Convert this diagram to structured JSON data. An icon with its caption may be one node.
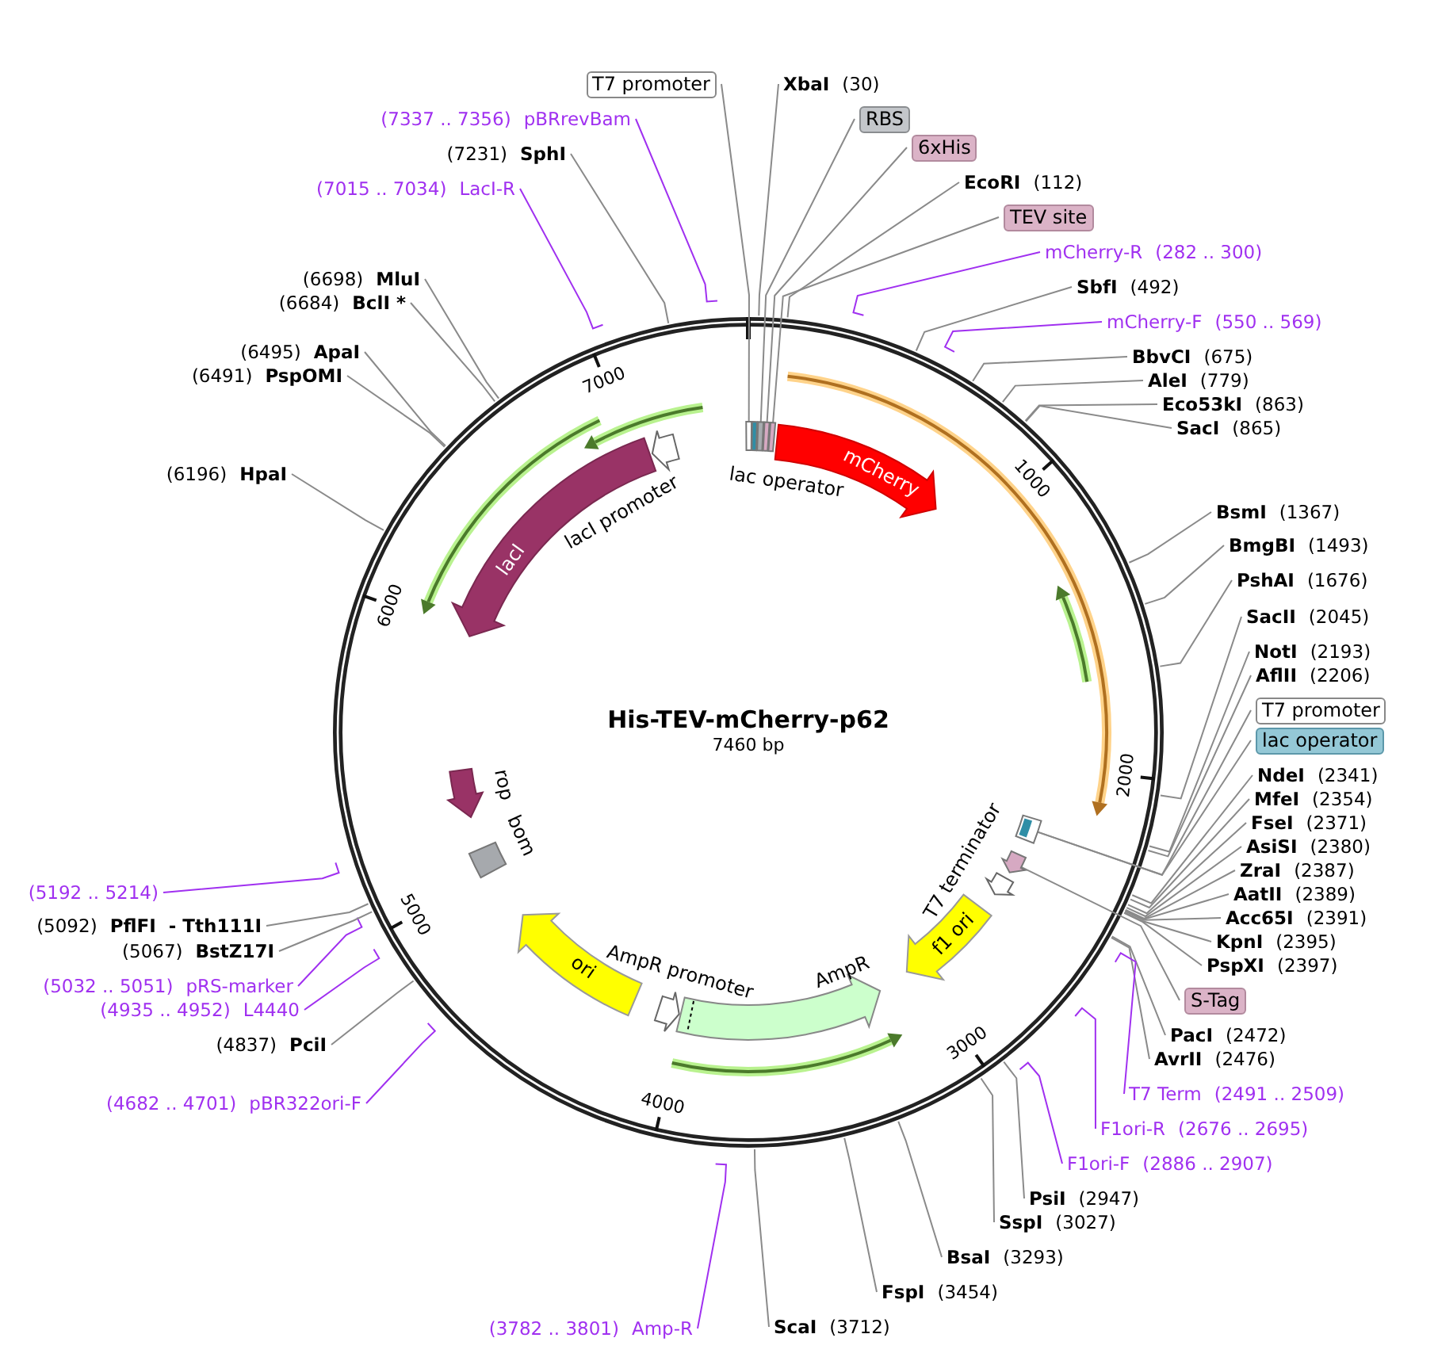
{
  "diagram": {
    "title": "His-TEV-mCherry-p62",
    "nodes": [
      {
        "text": [
          "T7 promoter"
        ]
      },
      {
        "text": [
          "XbaI",
          "(30)"
        ]
      },
      {
        "text": [
          "RBS"
        ]
      },
      {
        "text": [
          "6xHis"
        ]
      },
      {
        "text": [
          "EcoRI",
          "(112)"
        ]
      },
      {
        "text": [
          "TEV site"
        ]
      },
      {
        "text": [
          "mCherry-R",
          "(282 .. 300)"
        ]
      },
      {
        "text": [
          "SbfI",
          "(492)"
        ]
      },
      {
        "text": [
          "mCherry-F",
          "(550 .. 569)"
        ]
      },
      {
        "text": [
          "BbvCI",
          "(675)"
        ]
      },
      {
        "text": [
          "AleI",
          "(779)"
        ]
      },
      {
        "text": [
          "Eco53kI",
          "(863)"
        ]
      },
      {
        "text": [
          "SacI",
          "(865)"
        ]
      },
      {
        "text": [
          "BsmI",
          "(1367)"
        ]
      },
      {
        "text": [
          "BmgBI",
          "(1493)"
        ]
      },
      {
        "text": [
          "PshAI",
          "(1676)"
        ]
      },
      {
        "text": [
          "SacII",
          "(2045)"
        ]
      },
      {
        "text": [
          "NotI",
          "(2193)"
        ]
      },
      {
        "text": [
          "AflII",
          "(2206)"
        ]
      },
      {
        "text": [
          "T7 promoter"
        ]
      },
      {
        "text": [
          "lac operator"
        ]
      },
      {
        "text": [
          "NdeI",
          "(2341)"
        ]
      },
      {
        "text": [
          "MfeI",
          "(2354)"
        ]
      },
      {
        "text": [
          "FseI",
          "(2371)"
        ]
      },
      {
        "text": [
          "AsiSI",
          "(2380)"
        ]
      },
      {
        "text": [
          "ZraI",
          "(2387)"
        ]
      },
      {
        "text": [
          "AatII",
          "(2389)"
        ]
      },
      {
        "text": [
          "Acc65I",
          "(2391)"
        ]
      },
      {
        "text": [
          "KpnI",
          "(2395)"
        ]
      },
      {
        "text": [
          "PspXI",
          "(2397)"
        ]
      },
      {
        "text": [
          "S-Tag"
        ]
      },
      {
        "text": [
          "PacI",
          "(2472)"
        ]
      },
      {
        "text": [
          "AvrII",
          "(2476)"
        ]
      },
      {
        "text": [
          "T7 Term",
          "(2491 .. 2509)"
        ]
      },
      {
        "text": [
          "F1ori-R",
          "(2676 .. 2695)"
        ]
      },
      {
        "text": [
          "F1ori-F",
          "(2886 .. 2907)"
        ]
      },
      {
        "text": [
          "PsiI",
          "(2947)"
        ]
      },
      {
        "text": [
          "SspI",
          "(3027)"
        ]
      },
      {
        "text": [
          "BsaI",
          "(3293)"
        ]
      },
      {
        "text": [
          "FspI",
          "(3454)"
        ]
      },
      {
        "text": [
          "ScaI",
          "(3712)"
        ]
      },
      {
        "text": [
          "(3782 .. 3801)",
          "Amp-R"
        ]
      },
      {
        "text": [
          "(4682 .. 4701)",
          "pBR322ori-F"
        ]
      },
      {
        "text": [
          "(4837)",
          "PciI"
        ]
      },
      {
        "text": [
          "(4935 .. 4952)",
          "L4440"
        ]
      },
      {
        "text": [
          "(5032 .. 5051)",
          "pRS-marker"
        ]
      },
      {
        "text": [
          "(5067)",
          "BstZ17I"
        ]
      },
      {
        "text": [
          "(5092)",
          "PflFI  - Tth111I"
        ]
      },
      {
        "text": [
          "(5192 .. 5214)"
        ]
      },
      {
        "text": [
          "(6196)",
          "HpaI"
        ]
      },
      {
        "text": [
          "(6491)",
          "PspOMI"
        ]
      },
      {
        "text": [
          "(6495)",
          "ApaI"
        ]
      },
      {
        "text": [
          "(6684)",
          "BclI *"
        ]
      },
      {
        "text": [
          "(6698)",
          "MluI"
        ]
      },
      {
        "text": [
          "(7015 .. 7034)",
          "LacI-R"
        ]
      },
      {
        "text": [
          "(7231)",
          "SphI"
        ]
      },
      {
        "text": [
          "(7337 .. 7356)",
          "pBRrevBam"
        ]
      },
      {
        "text": [
          "mCherry"
        ]
      },
      {
        "text": [],
        "shape": "box"
      },
      {
        "text": [],
        "shape": "box"
      },
      {
        "text": [],
        "shape": "box"
      },
      {
        "text": [],
        "shape": "box"
      },
      {
        "text": [],
        "shape": "box"
      },
      {
        "text": [
          "lacI"
        ]
      },
      {
        "text": [
          "lacI promoter"
        ]
      },
      {
        "text": [
          "rop"
        ]
      },
      {
        "text": [
          "bom"
        ]
      },
      {
        "text": [
          "ori"
        ]
      },
      {
        "text": [
          "AmpR promoter"
        ]
      },
      {
        "text": [
          "AmpR"
        ]
      },
      {
        "text": [
          "f1 ori"
        ]
      },
      {
        "text": [
          "T7 terminator"
        ]
      },
      {
        "text": [],
        "shape": "box"
      },
      {
        "text": [],
        "shape": "arrow"
      }
    ],
    "edges": [
      {
        "from": 0,
        "to": 58,
        "arrow": "none"
      },
      {
        "from": 1,
        "to": null,
        "arrow": "none"
      },
      {
        "from": 2,
        "to": 60,
        "arrow": "none"
      },
      {
        "from": 3,
        "to": 61,
        "arrow": "none"
      },
      {
        "from": 4,
        "to": null,
        "arrow": "none"
      },
      {
        "from": 5,
        "to": 62,
        "arrow": "none"
      },
      {
        "from": 6,
        "to": null,
        "arrow": "none",
        "color": "#a030f0"
      },
      {
        "from": 7,
        "to": null,
        "arrow": "none"
      },
      {
        "from": 8,
        "to": null,
        "arrow": "none",
        "color": "#a030f0"
      },
      {
        "from": 9,
        "to": null,
        "arrow": "none"
      },
      {
        "from": 10,
        "to": null,
        "arrow": "none"
      },
      {
        "from": 11,
        "to": null,
        "arrow": "none"
      },
      {
        "from": 12,
        "to": null,
        "arrow": "none"
      },
      {
        "from": 13,
        "to": null,
        "arrow": "none"
      },
      {
        "from": 14,
        "to": null,
        "arrow": "none"
      },
      {
        "from": 15,
        "to": null,
        "arrow": "none"
      },
      {
        "from": 16,
        "to": null,
        "arrow": "none"
      },
      {
        "from": 17,
        "to": null,
        "arrow": "none"
      },
      {
        "from": 18,
        "to": null,
        "arrow": "none"
      },
      {
        "from": 19,
        "to": 72,
        "arrow": "none"
      },
      {
        "from": 20,
        "to": 72,
        "arrow": "none"
      },
      {
        "from": 21,
        "to": null,
        "arrow": "none"
      },
      {
        "from": 22,
        "to": null,
        "arrow": "none"
      },
      {
        "from": 23,
        "to": null,
        "arrow": "none"
      },
      {
        "from": 24,
        "to": null,
        "arrow": "none"
      },
      {
        "from": 25,
        "to": null,
        "arrow": "none"
      },
      {
        "from": 26,
        "to": null,
        "arrow": "none"
      },
      {
        "from": 27,
        "to": null,
        "arrow": "none"
      },
      {
        "from": 28,
        "to": null,
        "arrow": "none"
      },
      {
        "from": 29,
        "to": null,
        "arrow": "none"
      },
      {
        "from": 30,
        "to": 73,
        "arrow": "none"
      },
      {
        "from": 31,
        "to": null,
        "arrow": "none"
      },
      {
        "from": 32,
        "to": null,
        "arrow": "none"
      },
      {
        "from": 33,
        "to": null,
        "arrow": "none",
        "color": "#a030f0"
      },
      {
        "from": 34,
        "to": null,
        "arrow": "none",
        "color": "#a030f0"
      },
      {
        "from": 35,
        "to": null,
        "arrow": "none",
        "color": "#a030f0"
      },
      {
        "from": 36,
        "to": null,
        "arrow": "none"
      },
      {
        "from": 37,
        "to": null,
        "arrow": "none"
      },
      {
        "from": 38,
        "to": null,
        "arrow": "none"
      },
      {
        "from": 39,
        "to": null,
        "arrow": "none"
      },
      {
        "from": 40,
        "to": null,
        "arrow": "none"
      },
      {
        "from": 41,
        "to": null,
        "arrow": "none",
        "color": "#a030f0"
      },
      {
        "from": 42,
        "to": null,
        "arrow": "none",
        "color": "#a030f0"
      },
      {
        "from": 43,
        "to": null,
        "arrow": "none"
      },
      {
        "from": 44,
        "to": null,
        "arrow": "none",
        "color": "#a030f0"
      },
      {
        "from": 45,
        "to": null,
        "arrow": "none",
        "color": "#a030f0"
      },
      {
        "from": 46,
        "to": null,
        "arrow": "none"
      },
      {
        "from": 47,
        "to": null,
        "arrow": "none"
      },
      {
        "from": 48,
        "to": null,
        "arrow": "none",
        "color": "#a030f0"
      },
      {
        "from": 49,
        "to": null,
        "arrow": "none"
      },
      {
        "from": 50,
        "to": null,
        "arrow": "none"
      },
      {
        "from": 51,
        "to": null,
        "arrow": "none"
      },
      {
        "from": 52,
        "to": null,
        "arrow": "none"
      },
      {
        "from": 53,
        "to": null,
        "arrow": "none"
      },
      {
        "from": 54,
        "to": null,
        "arrow": "none",
        "color": "#a030f0"
      },
      {
        "from": 55,
        "to": null,
        "arrow": "none"
      },
      {
        "from": 56,
        "to": null,
        "arrow": "none",
        "color": "#a030f0"
      }
    ],
    "labels": [
      "7460 bp",
      "1000",
      "2000",
      "3000",
      "4000",
      "5000",
      "6000",
      "7000",
      "lac operator"
    ]
  }
}
